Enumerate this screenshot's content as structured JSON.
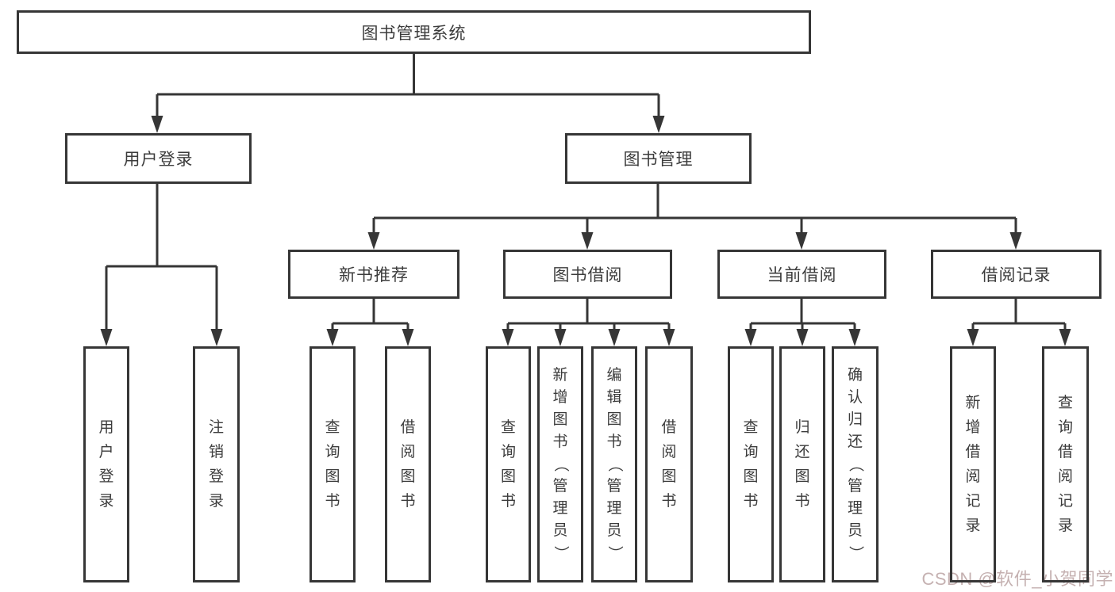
{
  "diagram": {
    "root": {
      "label": "图书管理系统",
      "children": [
        {
          "label": "用户登录",
          "children": [
            {
              "label": "用户登录"
            },
            {
              "label": "注销登录"
            }
          ]
        },
        {
          "label": "图书管理",
          "children": [
            {
              "label": "新书推荐",
              "children": [
                {
                  "label": "查询图书"
                },
                {
                  "label": "借阅图书"
                }
              ]
            },
            {
              "label": "图书借阅",
              "children": [
                {
                  "label": "查询图书"
                },
                {
                  "label": "新增图书（管理员）"
                },
                {
                  "label": "编辑图书（管理员）"
                },
                {
                  "label": "借阅图书"
                }
              ]
            },
            {
              "label": "当前借阅",
              "children": [
                {
                  "label": "查询图书"
                },
                {
                  "label": "归还图书"
                },
                {
                  "label": "确认归还（管理员）"
                }
              ]
            },
            {
              "label": "借阅记录",
              "children": [
                {
                  "label": "新增借阅记录"
                },
                {
                  "label": "查询借阅记录"
                }
              ]
            }
          ]
        }
      ]
    }
  },
  "watermark": {
    "text": "CSDN @软件_小贺同学"
  },
  "colors": {
    "line": "#363636",
    "text": "#3c3c3c",
    "background": "#ffffff",
    "watermark": "#c5b1b1"
  }
}
